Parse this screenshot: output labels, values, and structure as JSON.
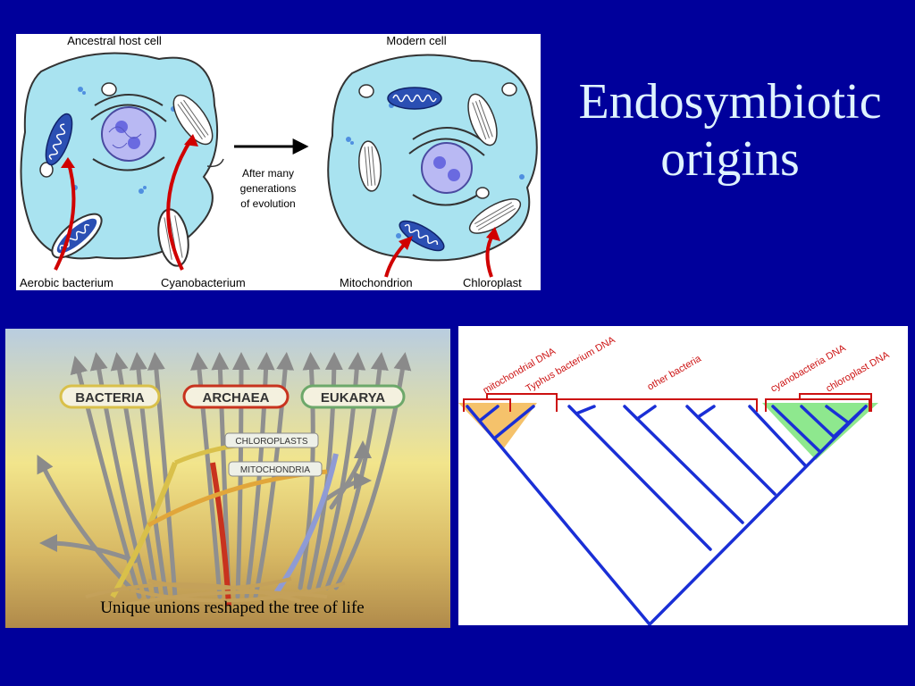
{
  "slide": {
    "title_lines": [
      "Endosymbiotic",
      "origins"
    ],
    "background": "#00009b",
    "title_color": "#dff3ff"
  },
  "cell_diagram": {
    "left_title": "Ancestral host cell",
    "right_title": "Modern cell",
    "arrow_note": [
      "After many",
      "generations",
      "of evolution"
    ],
    "labels": {
      "aerobic": "Aerobic bacterium",
      "cyano": "Cyanobacterium",
      "mito": "Mitochondrion",
      "chloro": "Chloroplast"
    },
    "colors": {
      "cytoplasm": "#a9e3f0",
      "nucleus": "#b9b9f3",
      "mitochondrion": "#2b4fb3",
      "arrow": "#d00000"
    }
  },
  "tree_of_life": {
    "domains": [
      "BACTERIA",
      "ARCHAEA",
      "EUKARYA"
    ],
    "events": [
      "CHLOROPLASTS",
      "MITOCHONDRIA"
    ],
    "caption": "Unique unions reshaped the tree of life",
    "colors": {
      "bacteria": "#d9c04a",
      "archaea": "#c8331e",
      "eukarya": "#6da86a"
    }
  },
  "cladogram": {
    "group_labels": {
      "mito_dna": "mitochondrial DNA",
      "typhus": "Typhus bacterium DNA",
      "other": "other bacteria",
      "cyano_dna": "cyanobacteria DNA",
      "chloro_dna": "chloroplast DNA"
    },
    "colors": {
      "branches": "#1a2fd6",
      "brackets": "#cc1111",
      "mito_highlight": "#f5c26b",
      "chloro_highlight": "#8ee88e"
    }
  }
}
